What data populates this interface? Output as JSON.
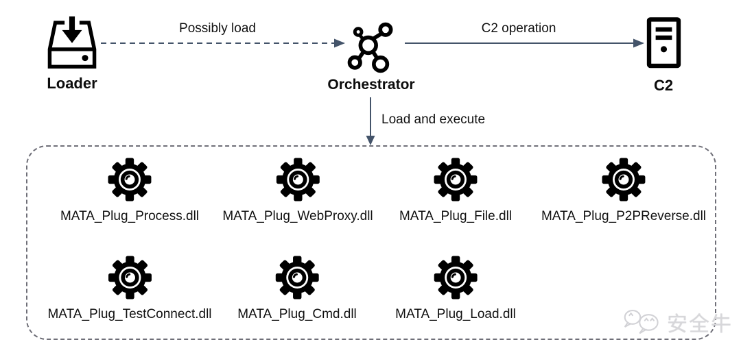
{
  "nodes": {
    "loader": {
      "label": "Loader"
    },
    "orchestrator": {
      "label": "Orchestrator"
    },
    "c2": {
      "label": "C2"
    }
  },
  "edges": {
    "loader_orchestrator": {
      "label": "Possibly load",
      "style": "dashed"
    },
    "orchestrator_c2": {
      "label": "C2 operation",
      "style": "solid"
    },
    "orchestrator_plugins": {
      "label": "Load and execute",
      "style": "solid"
    }
  },
  "plugins": {
    "row1": [
      "MATA_Plug_Process.dll",
      "MATA_Plug_WebProxy.dll",
      "MATA_Plug_File.dll",
      "MATA_Plug_P2PReverse.dll"
    ],
    "row2": [
      "MATA_Plug_TestConnect.dll",
      "MATA_Plug_Cmd.dll",
      "MATA_Plug_Load.dll"
    ]
  },
  "watermark": {
    "brand": "安全牛"
  },
  "colors": {
    "icon": "#000000",
    "arrow": "#44546A",
    "box_border": "#6f6f78",
    "watermark": "#d7d7da",
    "background": "#ffffff"
  }
}
